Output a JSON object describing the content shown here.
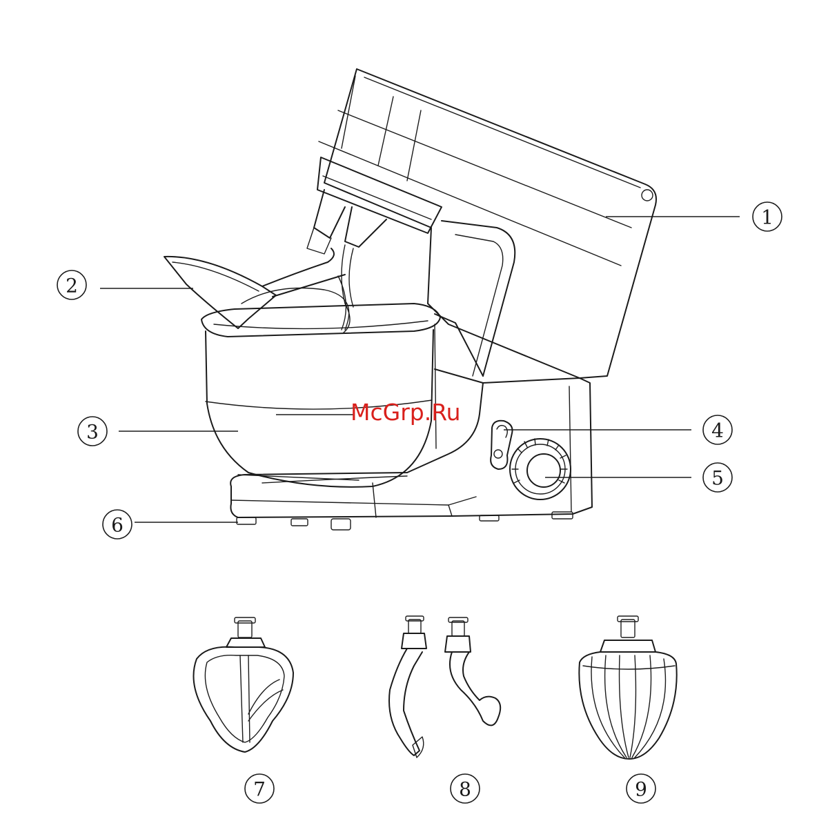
{
  "callouts": [
    {
      "id": "1",
      "label": "1"
    },
    {
      "id": "2",
      "label": "2"
    },
    {
      "id": "3",
      "label": "3"
    },
    {
      "id": "4",
      "label": "4"
    },
    {
      "id": "5",
      "label": "5"
    },
    {
      "id": "6",
      "label": "6"
    },
    {
      "id": "7",
      "label": "7"
    },
    {
      "id": "8",
      "label": "8"
    },
    {
      "id": "9",
      "label": "9"
    }
  ],
  "watermark": {
    "text": "McGrp.Ru",
    "color": "#d9201c"
  },
  "colors": {
    "ink": "#1a1a1a",
    "background": "#ffffff"
  }
}
